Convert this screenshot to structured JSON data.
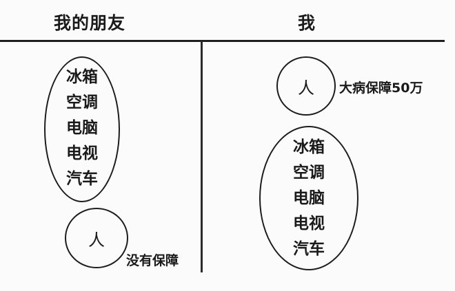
{
  "columns": {
    "left": {
      "title": "我的朋友",
      "items": [
        "冰箱",
        "空调",
        "电脑",
        "电视",
        "汽车"
      ],
      "person": "人",
      "person_label": "没有保障"
    },
    "right": {
      "title": "我",
      "person": "人",
      "person_label": "大病保障50万",
      "items": [
        "冰箱",
        "空调",
        "电脑",
        "电视",
        "汽车"
      ]
    }
  }
}
